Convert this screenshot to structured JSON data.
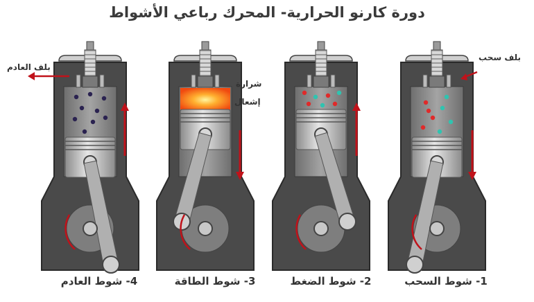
{
  "title": "دورة كارنو الحرارية- المحرك رباعي الأشواط",
  "labels": {
    "exhaust_valve": "بلف العادم",
    "intake_valve": "بلف سحب",
    "spark": "شرارة",
    "ignition": "إشعال"
  },
  "strokes": [
    {
      "caption": "1- شوط السحب"
    },
    {
      "caption": "2- شوط الضغط"
    },
    {
      "caption": "3- شوط الطاقة"
    },
    {
      "caption": "4- شوط العادم"
    }
  ],
  "colors": {
    "arrow": "#c0121a",
    "engine_body": "#4a4a4a",
    "cylinder": "#8a8a8a",
    "fuel_molecule": "#2fc4b0",
    "air_molecule": "#e02a2a",
    "exhaust_molecule": "#2a2250",
    "explosion": "#ff7a1a"
  }
}
